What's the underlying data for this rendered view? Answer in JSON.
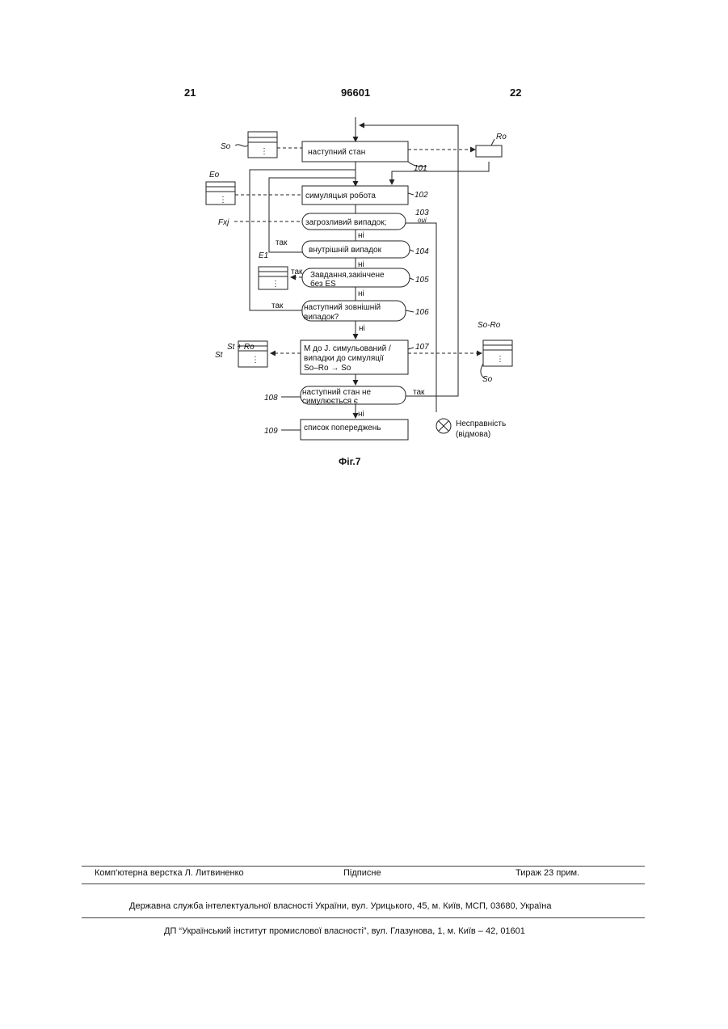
{
  "header": {
    "left_page": "21",
    "patent_number": "96601",
    "right_page": "22"
  },
  "figure": {
    "caption": "Фіг.7",
    "steps": {
      "s101": "наступний стан",
      "s102": "симуляцыя робота",
      "s103": "загрозливий випадок;",
      "s104": "внутрішній випадок",
      "s105_line1": "Завдання,закінчене",
      "s105_line2": "без ES",
      "s106_line1": "наступний зовнішній",
      "s106_line2": "випадок?",
      "s107_line1": "М до J. симульований /",
      "s107_line2": "випадки до симуляції",
      "s107_line3": "So–Ro → So",
      "s108_line1": "наступний стан не",
      "s108_line2": "симулюється є",
      "s109": "список попереджень"
    },
    "refs": {
      "r101": "101",
      "r102": "102",
      "r103": "103",
      "r104": "104",
      "r105": "105",
      "r106": "106",
      "r107": "107",
      "r108": "108",
      "r109": "109"
    },
    "branch_labels": {
      "yes": "так",
      "no": "ні",
      "oui": "oui"
    },
    "labels": {
      "So": "So",
      "Ro": "Ro",
      "Eo": "Eo",
      "Fxj": "Fxj",
      "E1": "E1",
      "St_plus_Ro": "St + Ro",
      "St": "St",
      "So_minus_Ro": "So-Ro",
      "So_bottom": "So"
    },
    "fault_line1": "Несправність",
    "fault_line2": "(відмова)"
  },
  "footer": {
    "layout": "Комп’ютерна верстка Л. Литвиненко",
    "signed": "Підписне",
    "print_run": "Тираж 23 прим.",
    "office": "Державна служба інтелектуальної власності України, вул. Урицького, 45, м. Київ, МСП, 03680, Україна",
    "institute": "ДП “Український інститут промислової власності”, вул. Глазунова, 1, м. Київ – 42, 01601"
  }
}
